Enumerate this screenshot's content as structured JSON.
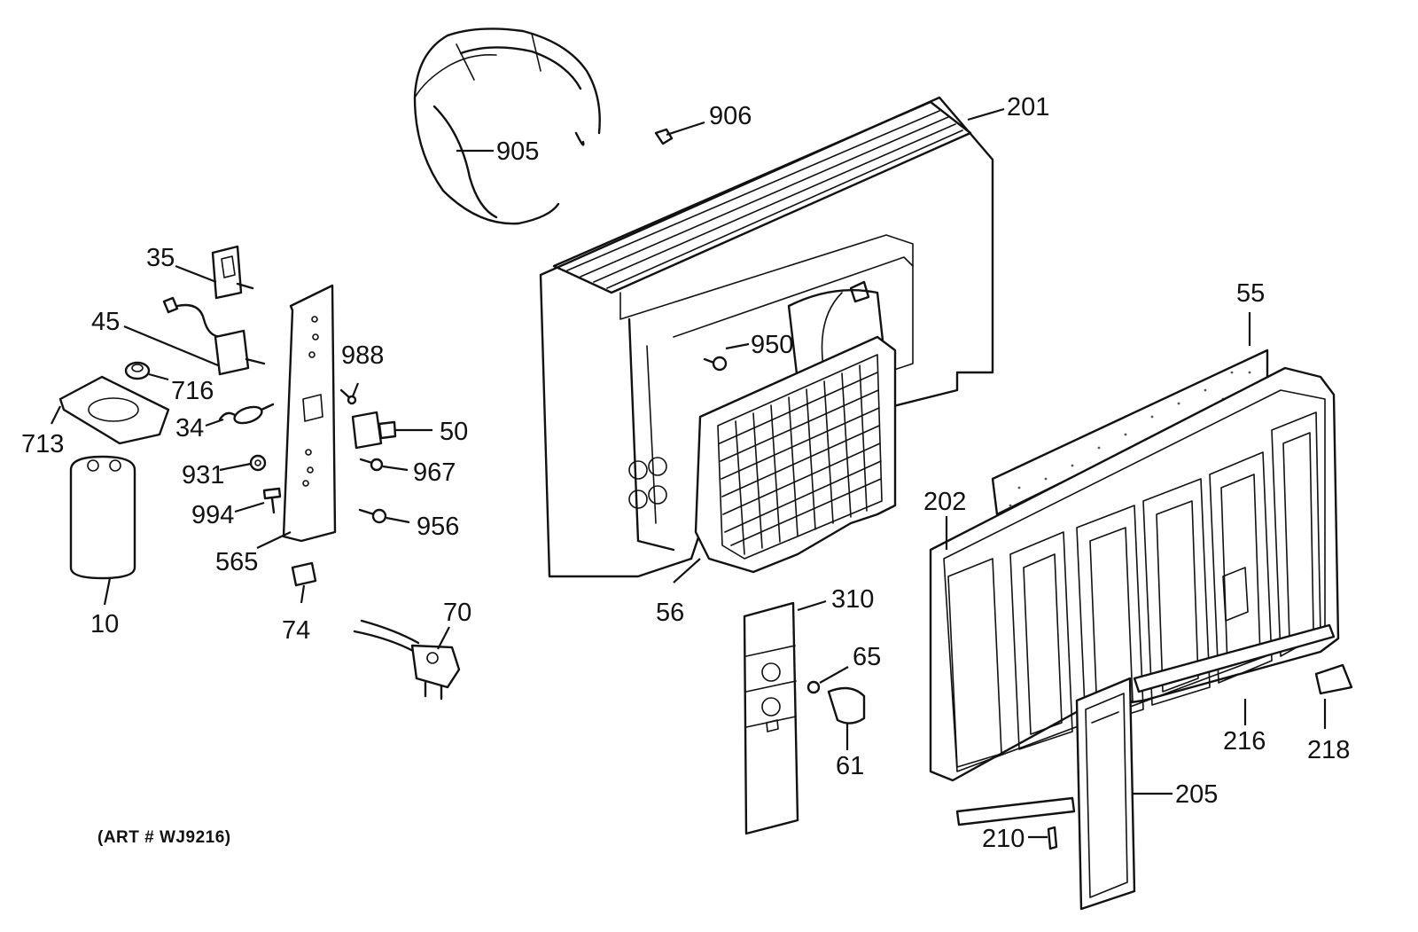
{
  "art_number": "(ART # WJ9216)",
  "labels": {
    "p905": "905",
    "p906": "906",
    "p201": "201",
    "p35": "35",
    "p45": "45",
    "p716": "716",
    "p713": "713",
    "p34": "34",
    "p988": "988",
    "p50": "50",
    "p967": "967",
    "p931": "931",
    "p994": "994",
    "p956": "956",
    "p565": "565",
    "p10": "10",
    "p74": "74",
    "p70": "70",
    "p950": "950",
    "p56": "56",
    "p55": "55",
    "p202": "202",
    "p310": "310",
    "p65": "65",
    "p61": "61",
    "p216": "216",
    "p218": "218",
    "p205": "205",
    "p210": "210"
  }
}
